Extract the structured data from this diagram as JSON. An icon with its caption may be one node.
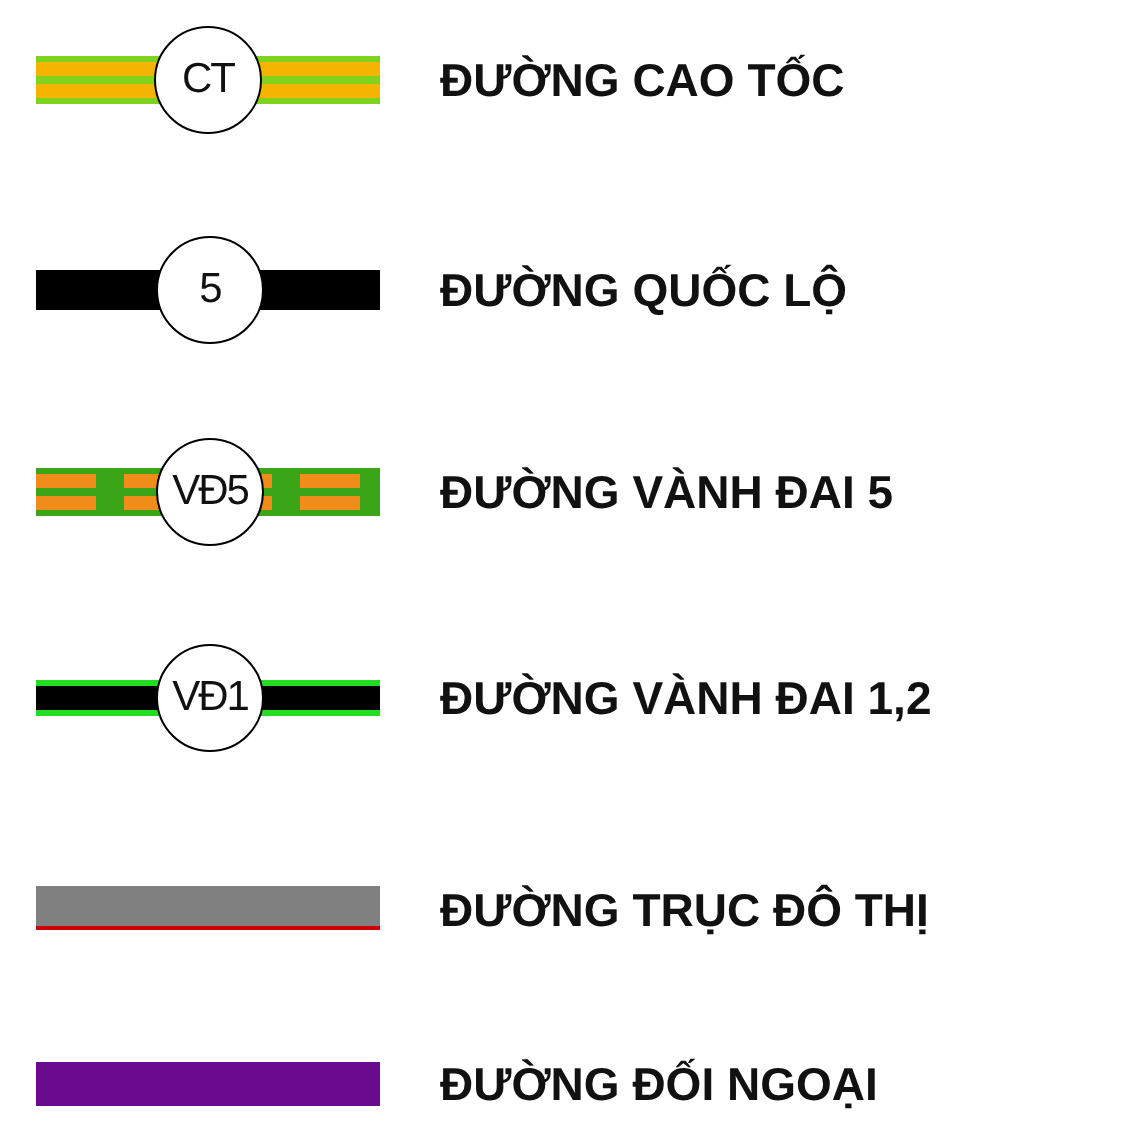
{
  "diagram": {
    "labels": [
      "CT",
      "5",
      "VĐ5",
      "VĐ1"
    ],
    "legend": [
      {
        "text": "ĐƯỜNG CAO TỐC"
      },
      {
        "text": "ĐƯỜNG QUỐC LỘ",
        "color": "#000000"
      },
      {
        "text": "ĐƯỜNG VÀNH ĐAI 5"
      },
      {
        "text": "ĐƯỜNG VÀNH ĐAI 1,2"
      },
      {
        "text": "ĐƯỜNG TRỤC ĐÔ THỊ"
      },
      {
        "text": "ĐƯỜNG ĐỐI NGOẠI",
        "color": "#6a0a8f"
      }
    ]
  }
}
